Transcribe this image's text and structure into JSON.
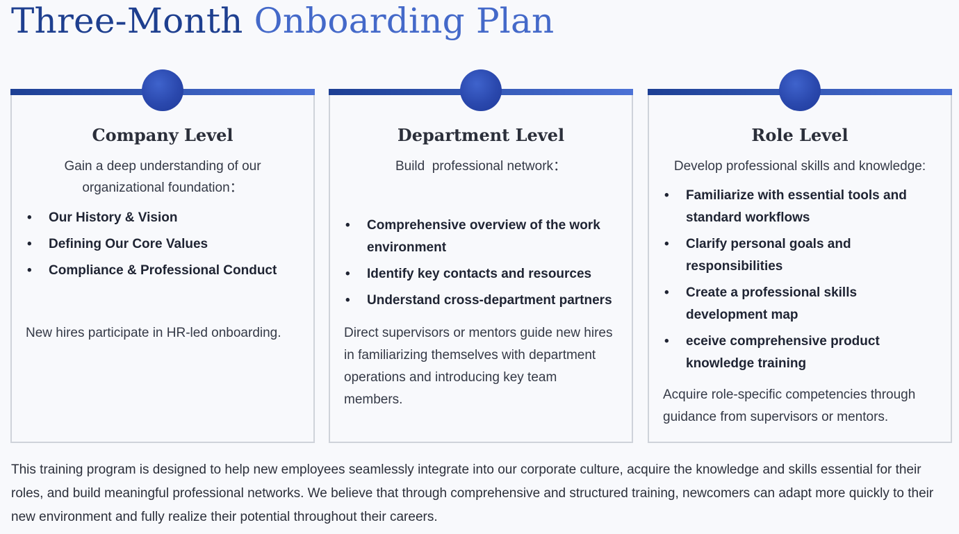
{
  "title": {
    "part1": "Three-Month",
    "part2": "Onboarding Plan"
  },
  "cards": [
    {
      "title": "Company Level",
      "subtitle": "Gain a deep understanding of our organizational foundation：",
      "bullets": [
        "Our History & Vision",
        "Defining Our Core Values",
        "Compliance & Professional Conduct"
      ],
      "note": "New hires participate in HR-led onboarding."
    },
    {
      "title": "Department Level",
      "subtitle": "Build  professional network：",
      "bullets": [
        "Comprehensive overview of the work environment",
        "Identify key contacts and resources",
        "Understand cross-department partners"
      ],
      "note": "Direct supervisors or mentors guide new hires in familiarizing themselves with department operations and introducing key team members."
    },
    {
      "title": "Role Level",
      "subtitle": "Develop professional skills and knowledge:",
      "bullets": [
        "Familiarize with essential tools and standard workflows",
        "Clarify personal goals and responsibilities",
        "Create a professional skills development map",
        "eceive comprehensive product knowledge training"
      ],
      "note": "Acquire role-specific competencies through guidance from supervisors or mentors."
    }
  ],
  "bullet_glyph": "•",
  "footer": "This training program is designed to help new employees seamlessly integrate into our corporate culture, acquire the knowledge and skills essential for their roles, and build meaningful professional networks. We believe that through comprehensive and structured training, newcomers can adapt more quickly to their new environment and fully realize their potential throughout their careers.",
  "colors": {
    "title_dark": "#1e3f8f",
    "title_light": "#4469c9",
    "accent_start": "#1d3f94",
    "accent_end": "#4c72d6",
    "card_border": "#cfd3da",
    "background": "#f8f9fc"
  }
}
